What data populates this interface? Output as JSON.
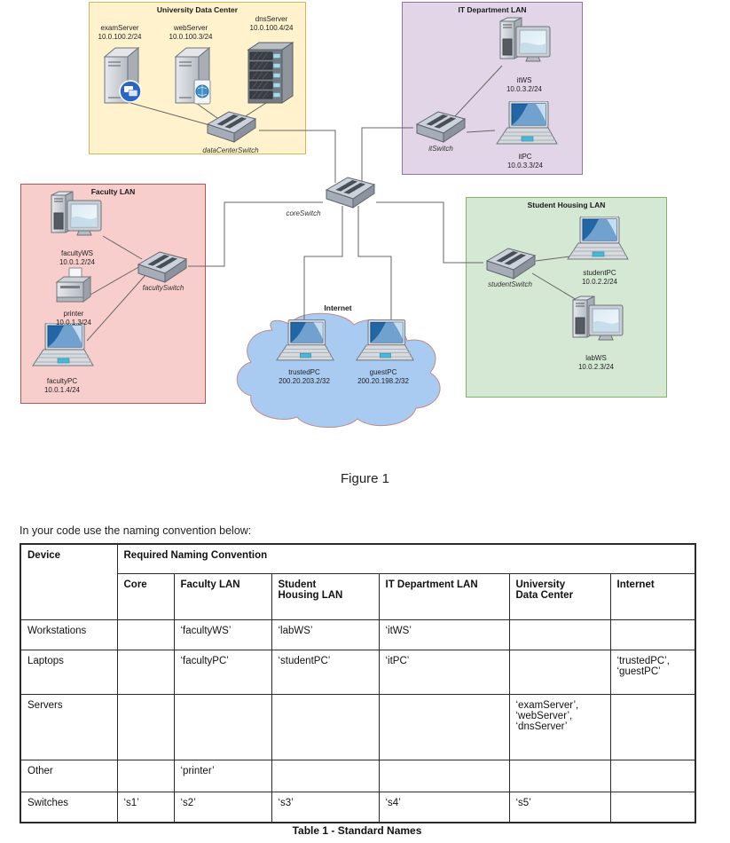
{
  "diagram": {
    "zones": {
      "udc": {
        "title": "University Data Center"
      },
      "it": {
        "title": "IT Department LAN"
      },
      "faculty": {
        "title": "Faculty LAN"
      },
      "student": {
        "title": "Student Housing LAN"
      },
      "internet": {
        "title": "Internet"
      }
    },
    "nodes": {
      "examServer": {
        "name": "examServer",
        "ip": "10.0.100.2/24"
      },
      "webServer": {
        "name": "webServer",
        "ip": "10.0.100.3/24"
      },
      "dnsServer": {
        "name": "dnsServer",
        "ip": "10.0.100.4/24"
      },
      "dataCenterSwitch": {
        "name": "dataCenterSwitch"
      },
      "itWS": {
        "name": "itWS",
        "ip": "10.0.3.2/24"
      },
      "itSwitch": {
        "name": "itSwitch"
      },
      "itPC": {
        "name": "itPC",
        "ip": "10.0.3.3/24"
      },
      "facultyWS": {
        "name": "facultyWS",
        "ip": "10.0.1.2/24"
      },
      "facultySwitch": {
        "name": "facultySwitch"
      },
      "printer": {
        "name": "printer",
        "ip": "10.0.1.3/24"
      },
      "facultyPC": {
        "name": "facultyPC",
        "ip": "10.0.1.4/24"
      },
      "coreSwitch": {
        "name": "coreSwitch"
      },
      "studentSwitch": {
        "name": "studentSwitch"
      },
      "studentPC": {
        "name": "studentPC",
        "ip": "10.0.2.2/24"
      },
      "labWS": {
        "name": "labWS",
        "ip": "10.0.2.3/24"
      },
      "trustedPC": {
        "name": "trustedPC",
        "ip": "200.20.203.2/32"
      },
      "guestPC": {
        "name": "guestPC",
        "ip": "200.20.198.2/32"
      }
    },
    "colors": {
      "udc_fill": "#FFF2CC",
      "udc_border": "#D6B656",
      "it_fill": "#E1D5E7",
      "it_border": "#9673A6",
      "faculty_fill": "#F8CECC",
      "faculty_border": "#B85450",
      "student_fill": "#D5E8D4",
      "student_border": "#82B366",
      "cloud_fill": "#A9CBF2",
      "cloud_border": "#C08A8A",
      "wire": "#666666"
    }
  },
  "figure_caption": "Figure 1",
  "intro_text": "In your code use the naming convention below:",
  "table": {
    "header": {
      "device": "Device",
      "rnc": "Required Naming Convention",
      "columns": [
        "Core",
        "Faculty LAN",
        "Student\nHousing LAN",
        "IT Department LAN",
        "University\nData Center",
        "Internet"
      ]
    },
    "rows": [
      {
        "label": "Workstations",
        "cells": [
          "",
          "‘facultyWS’",
          "‘labWS’",
          "‘itWS’",
          "",
          ""
        ]
      },
      {
        "label": "Laptops",
        "cells": [
          "",
          "‘facultyPC’",
          "‘studentPC’",
          "‘itPC’",
          "",
          "‘trustedPC’,\n‘guestPC’"
        ]
      },
      {
        "label": "Servers",
        "cells": [
          "",
          "",
          "",
          "",
          "‘examServer’,\n‘webServer’,\n‘dnsServer’",
          ""
        ]
      },
      {
        "label": "Other",
        "cells": [
          "",
          "‘printer’",
          "",
          "",
          "",
          ""
        ]
      },
      {
        "label": "Switches",
        "cells": [
          "‘s1’",
          "‘s2’",
          "‘s3’",
          "‘s4’",
          "‘s5’",
          ""
        ]
      }
    ]
  },
  "table_caption": "Table 1 - Standard Names"
}
